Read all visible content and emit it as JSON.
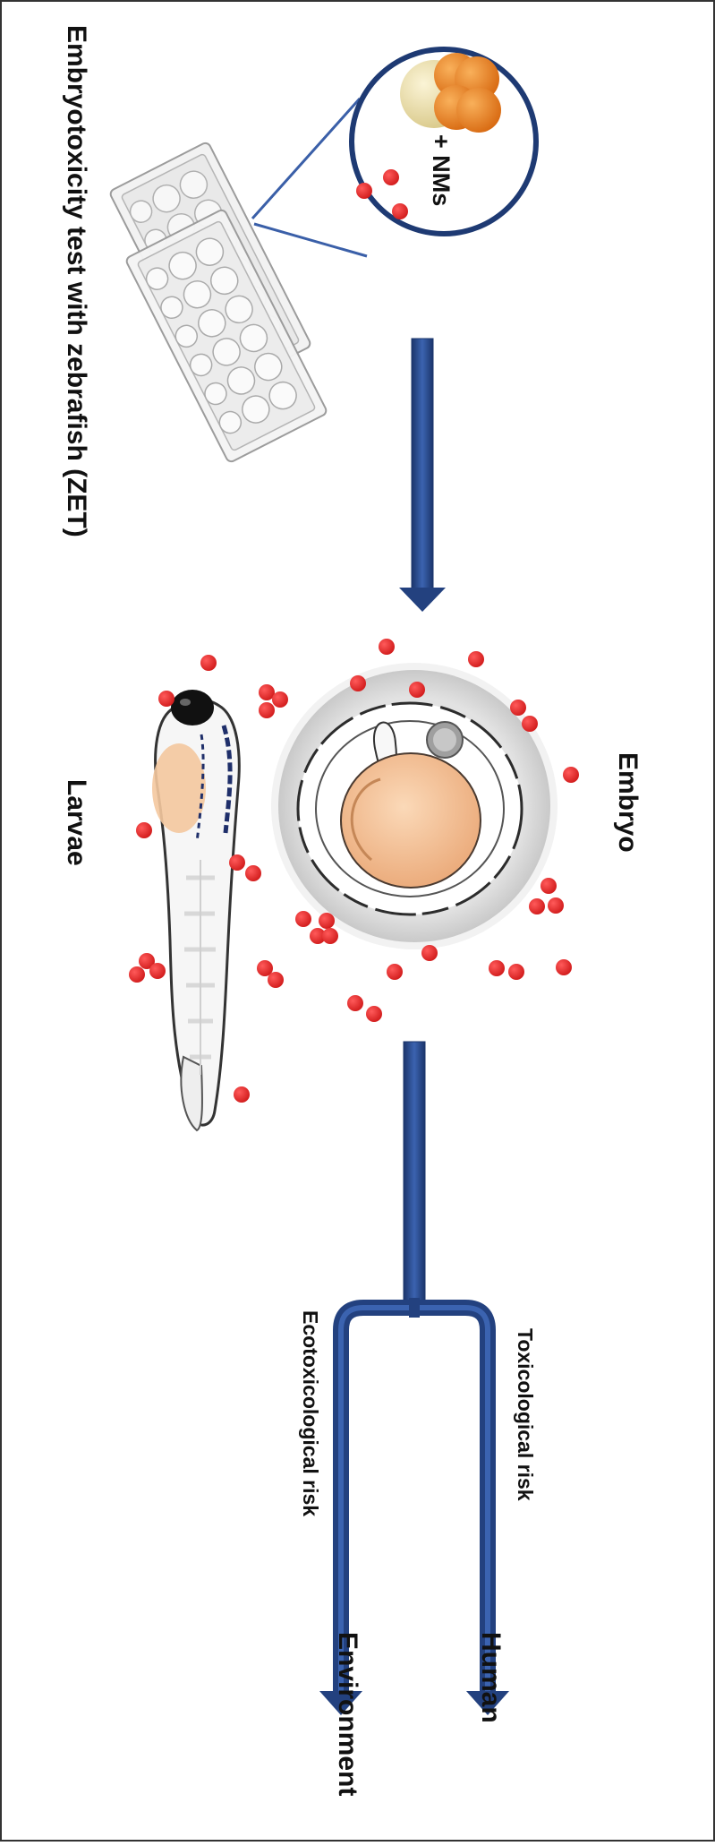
{
  "diagram": {
    "title": "Embryotoxicity test with zebrafish (ZET)",
    "nms_label": "+ NMs",
    "embryo_label": "Embryo",
    "larvae_label": "Larvae",
    "toxicological_label": "Toxicological risk",
    "ecotoxicological_label": "Ecotoxicological risk",
    "human_label": "Human",
    "environment_label": "Environment",
    "colors": {
      "frame": "#333333",
      "arrow": "#23417f",
      "circle_border": "#1e3a73",
      "nanoparticle": "#e02424",
      "yolk": "#f4c096",
      "orange_cell": "#f08a24",
      "cream_cell": "#efe3b0"
    }
  }
}
